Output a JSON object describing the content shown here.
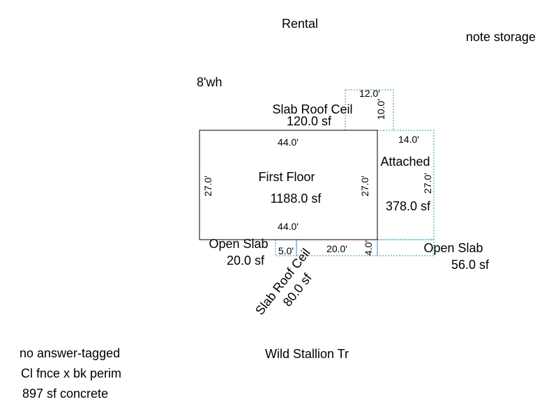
{
  "header": {
    "title": "Rental",
    "note": "note storage"
  },
  "height_note": "8'wh",
  "areas": {
    "slab_top": {
      "name": "Slab Roof Ceil",
      "area": "120.0 sf"
    },
    "first_floor": {
      "name": "First Floor",
      "area": "1188.0 sf"
    },
    "attached": {
      "name": "Attached",
      "area": "378.0 sf"
    },
    "open_slab_left": {
      "name": "Open Slab",
      "area": "20.0 sf"
    },
    "open_slab_right": {
      "name": "Open Slab",
      "area": "56.0 sf"
    },
    "slab_bottom": {
      "name": "Slab Roof Ceil",
      "area": "80.0 sf"
    }
  },
  "dimensions": {
    "ff_top": "44.0'",
    "ff_bottom": "44.0'",
    "ff_left": "27.0'",
    "ff_right": "27.0'",
    "slab_top_w": "12.0'",
    "slab_top_h": "10.0'",
    "att_w": "14.0'",
    "att_h": "27.0'",
    "open_left_w": "5.0'",
    "slab_bottom_w": "20.0'",
    "slab_bottom_h": "4.0'"
  },
  "footer": {
    "street": "Wild Stallion Tr",
    "notes": [
      "no answer-tagged",
      "Cl fnce x bk perim",
      "897 sf concrete"
    ]
  },
  "colors": {
    "outline": "#000000",
    "dotted": "#2f8fb0"
  }
}
